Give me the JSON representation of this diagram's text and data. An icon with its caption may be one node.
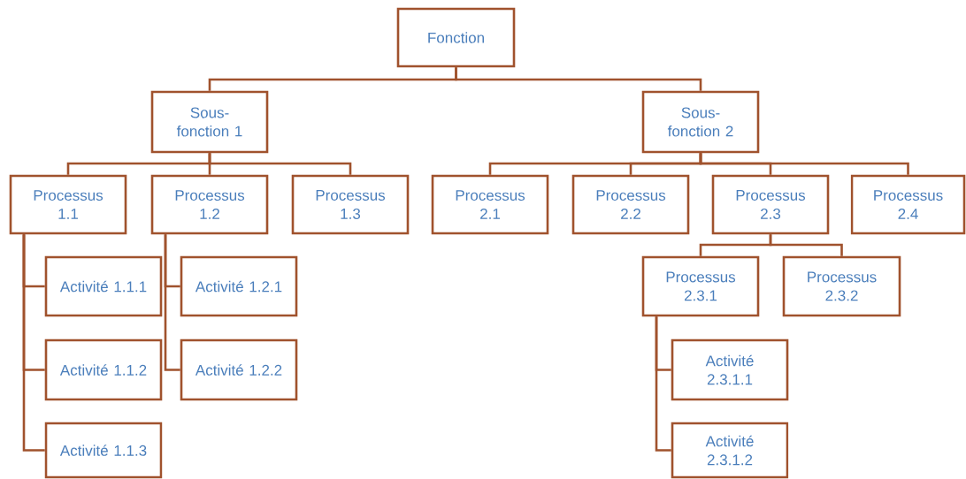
{
  "diagram": {
    "nodes": [
      {
        "text": [
          "Fonction"
        ]
      },
      {
        "text": [
          "Sous-fonction 1"
        ]
      },
      {
        "text": [
          "Sous-fonction 2"
        ]
      },
      {
        "text": [
          "Processus 1.1"
        ]
      },
      {
        "text": [
          "Processus 1.2"
        ]
      },
      {
        "text": [
          "Processus 1.3"
        ]
      },
      {
        "text": [
          "Processus 2.1"
        ]
      },
      {
        "text": [
          "Processus 2.2"
        ]
      },
      {
        "text": [
          "Processus 2.3"
        ]
      },
      {
        "text": [
          "Processus 2.4"
        ]
      },
      {
        "text": [
          "Activité 1.1.1"
        ]
      },
      {
        "text": [
          "Activité 1.2.1"
        ]
      },
      {
        "text": [
          "Processus 2.3.1"
        ]
      },
      {
        "text": [
          "Processus 2.3.2"
        ]
      },
      {
        "text": [
          "Activité 1.1.2"
        ]
      },
      {
        "text": [
          "Activité 1.2.2"
        ]
      },
      {
        "text": [
          "Activité 2.3.1.1"
        ]
      },
      {
        "text": [
          "Activité 1.1.3"
        ]
      },
      {
        "text": [
          "Activité 2.3.1.2"
        ]
      }
    ],
    "edges": [
      {
        "from": 0,
        "to": 1,
        "arrow": "none"
      },
      {
        "from": 0,
        "to": 2,
        "arrow": "none"
      },
      {
        "from": 1,
        "to": 3,
        "arrow": "none"
      },
      {
        "from": 1,
        "to": 4,
        "arrow": "none"
      },
      {
        "from": 1,
        "to": 5,
        "arrow": "none"
      },
      {
        "from": 2,
        "to": 6,
        "arrow": "none"
      },
      {
        "from": 2,
        "to": 7,
        "arrow": "none"
      },
      {
        "from": 2,
        "to": 8,
        "arrow": "none"
      },
      {
        "from": 2,
        "to": 9,
        "arrow": "none"
      },
      {
        "from": 3,
        "to": 10,
        "arrow": "none"
      },
      {
        "from": 3,
        "to": 14,
        "arrow": "none"
      },
      {
        "from": 3,
        "to": 17,
        "arrow": "none"
      },
      {
        "from": 4,
        "to": 11,
        "arrow": "none"
      },
      {
        "from": 4,
        "to": 15,
        "arrow": "none"
      },
      {
        "from": 8,
        "to": 12,
        "arrow": "none"
      },
      {
        "from": 8,
        "to": 13,
        "arrow": "none"
      },
      {
        "from": 12,
        "to": 16,
        "arrow": "none"
      },
      {
        "from": 12,
        "to": 18,
        "arrow": "none"
      }
    ]
  }
}
